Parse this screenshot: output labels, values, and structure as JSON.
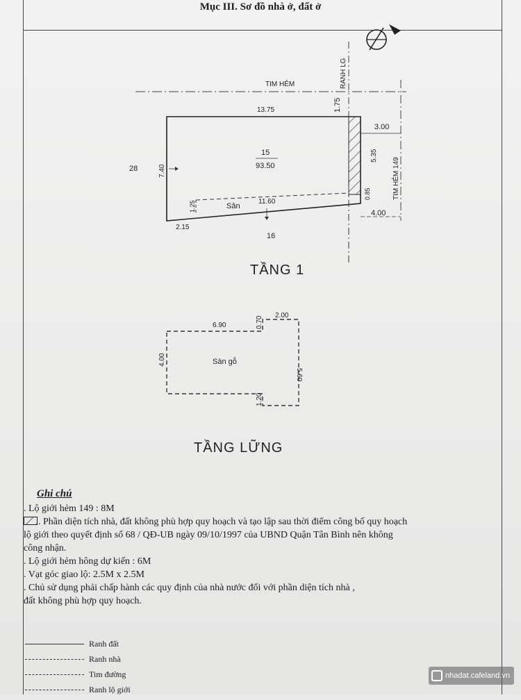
{
  "title": "Mục III. Sơ đồ nhà ở, đất ở",
  "plan1": {
    "tim_hem": "TIM HẺM",
    "ranh_lg": "RANH LG",
    "d_top_offset": "1.75",
    "d_width_top": "13.75",
    "d_side": "3.00",
    "d_hem_right": "5.35",
    "tim_hem_149": "TIM HẺM 149",
    "lot_number": "15",
    "lot_area": "93.50",
    "neighbor_left": "28",
    "d_left_height": "7.40",
    "d_san_height": "1.25",
    "san_label": "Sân",
    "d_bottom": "11.60",
    "d_corner": "0.85",
    "d_bottom_right": "4.00",
    "d_bottom_left": "2.15",
    "neighbor_bottom": "16",
    "floor_title": "TẦNG 1"
  },
  "plan2": {
    "d_top": "6.90",
    "d_step_v": "0.70",
    "d_step_h": "2.00",
    "d_left": "4.00",
    "label": "Sàn gỗ",
    "d_right": "5.60",
    "d_bottom_step": "1.20",
    "floor_title": "TẦNG LỮNG"
  },
  "notes": {
    "title": "Ghi chú",
    "items": [
      ". Lộ giới hẻm 149 : 8M",
      ". Phần diện tích nhà, đất không phù hợp quy hoạch và tạo lập sau thời điểm công bố quy hoạch",
      "lộ giới theo quyết định số 68 / QĐ-UB ngày 09/10/1997 của UBND Quận Tân Bình nên không",
      "công nhận.",
      ". Lộ giới hẻm hông dự kiến : 6M",
      ". Vạt góc giao lộ: 2.5M x 2.5M",
      ". Chủ sử dụng phải chấp hành các quy định của nhà nước đối với phần diện tích nhà ,",
      "đất không phù hợp quy hoạch."
    ]
  },
  "legend": [
    {
      "label": "Ranh đất",
      "style": "solid"
    },
    {
      "label": "Ranh nhà",
      "style": "dashed"
    },
    {
      "label": "Tim đường",
      "style": "dashdot"
    },
    {
      "label": "Ranh lộ giới",
      "style": "dashdot"
    }
  ],
  "watermark": "nhadat.cafeland.vn"
}
